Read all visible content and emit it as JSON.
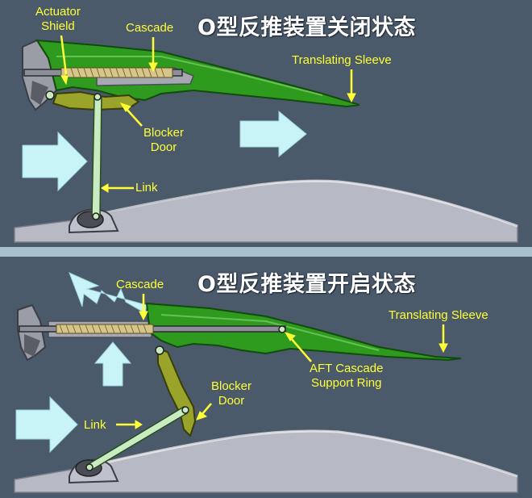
{
  "panels": {
    "closed": {
      "title": "O型反推装置关闭状态",
      "labels": {
        "actuator_shield": "Actuator\nShield",
        "cascade": "Cascade",
        "translating_sleeve": "Translating Sleeve",
        "blocker_door": "Blocker\nDoor",
        "link": "Link"
      }
    },
    "open": {
      "title": "O型反推装置开启状态",
      "labels": {
        "cascade": "Cascade",
        "translating_sleeve": "Translating Sleeve",
        "aft_cascade": "AFT Cascade\nSupport Ring",
        "blocker_door": "Blocker\nDoor",
        "link": "Link"
      }
    }
  },
  "colors": {
    "background": "#4a5a6b",
    "sleeve_green": "#2e9b1f",
    "door_olive": "#9aa32a",
    "link_pale": "#c8ecc0",
    "label_yellow": "#ffff33",
    "flow_arrow": "#c8f4f8",
    "ground": "#b7b9c4"
  }
}
